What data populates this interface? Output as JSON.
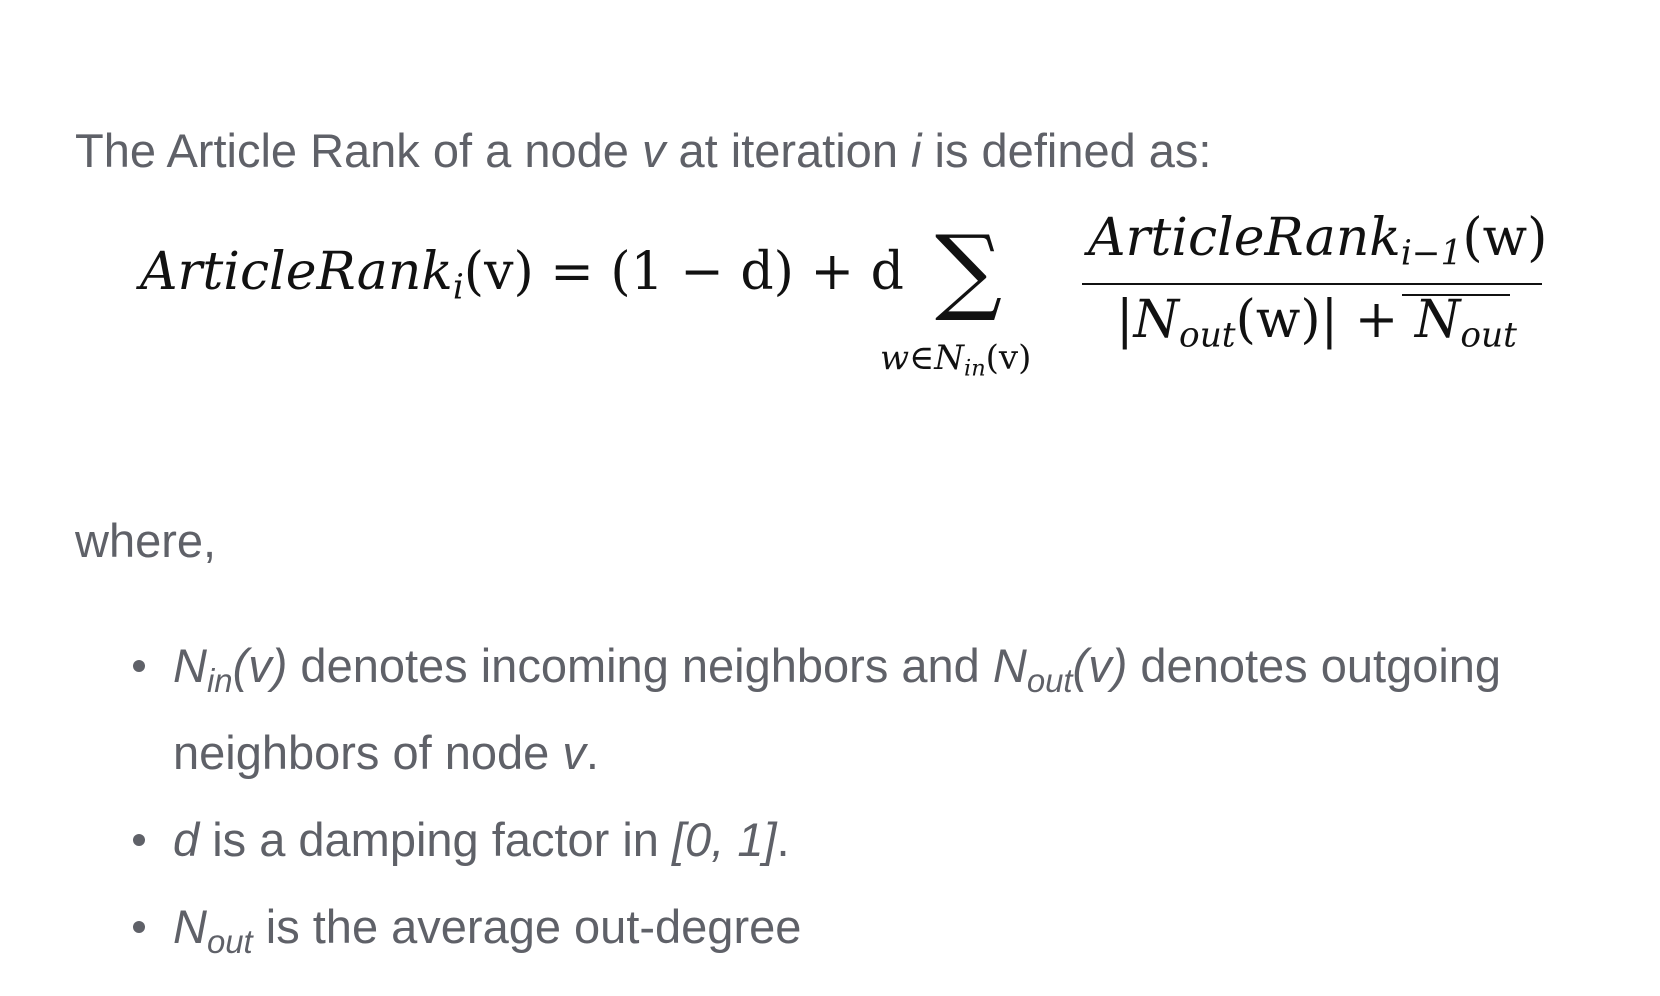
{
  "intro": {
    "part1": "The Article Rank of a node ",
    "var_v": "v",
    "part2": " at iteration ",
    "var_i": "i",
    "part3": " is defined as:"
  },
  "formula": {
    "lhs_name": "ArticleRank",
    "lhs_sub": "i",
    "lhs_arg": "(v) = (1 − d) + d",
    "sum_symbol": "∑",
    "sum_sub_w": "w∈N",
    "sum_sub_in": "in",
    "sum_sub_arg": "(v)",
    "num_name": "ArticleRank",
    "num_sub": "i−1",
    "num_arg": "(w)",
    "den_open": "|N",
    "den_sub": "out",
    "den_mid": "(w)| + ",
    "den_bar_N": "N",
    "den_bar_sub": "out"
  },
  "where_label": "where,",
  "bullets": [
    {
      "N1": "N",
      "sub1": "in",
      "arg1": "(v)",
      "text1": " denotes incoming neighbors and ",
      "N2": "N",
      "sub2": "out",
      "arg2": "(v)",
      "text2": " denotes outgoing neighbors of node ",
      "var": "v",
      "end": "."
    },
    {
      "var": "d",
      "text": " is a damping factor in ",
      "range": "[0, 1]",
      "end": "."
    },
    {
      "N": "N",
      "sub": "out",
      "text": " is the average out-degree"
    }
  ]
}
